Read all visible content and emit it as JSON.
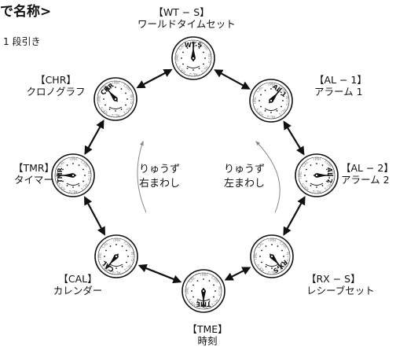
{
  "heading": "で名称>",
  "subheading": "1 段引き",
  "modes": [
    {
      "code": "【WT − S】",
      "name": "ワールドタイムセット",
      "dial_mark": "WT-S"
    },
    {
      "code": "【AL − 1】",
      "name": "アラーム 1",
      "dial_mark": "AL-1"
    },
    {
      "code": "【AL − 2】",
      "name": "アラーム 2",
      "dial_mark": "AL-2"
    },
    {
      "code": "【RX − S】",
      "name": "レシーブセット",
      "dial_mark": "RX-S"
    },
    {
      "code": "【TME】",
      "name": "時刻",
      "dial_mark": "TME"
    },
    {
      "code": "【CAL】",
      "name": "カレンダー",
      "dial_mark": "CAL"
    },
    {
      "code": "【TMR】",
      "name": "タイマー",
      "dial_mark": "TMR"
    },
    {
      "code": "【CHR】",
      "name": "クロノグラフ",
      "dial_mark": "CHR"
    }
  ],
  "crown_left": {
    "line1": "りゅうず",
    "line2": "右まわし"
  },
  "crown_right": {
    "line1": "りゅうず",
    "line2": "左まわし"
  }
}
